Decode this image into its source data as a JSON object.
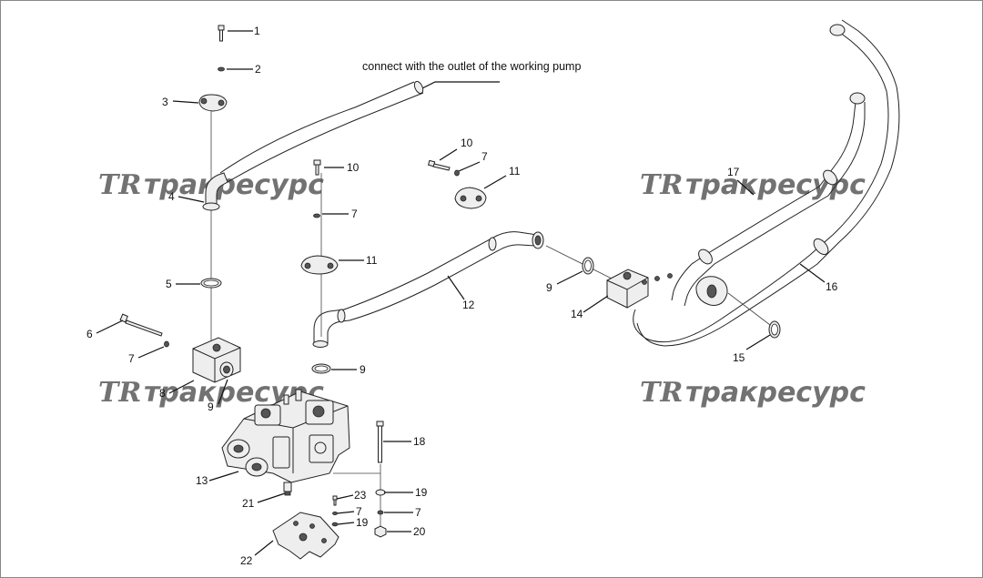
{
  "note": "connect with the outlet of the working pump",
  "watermark": {
    "logo": "TR",
    "text": "тракресурс"
  },
  "callouts": {
    "c1": "1",
    "c2": "2",
    "c3": "3",
    "c4": "4",
    "c5": "5",
    "c6": "6",
    "c7a": "7",
    "c8": "8",
    "c9a": "9",
    "c10a": "10",
    "c7b": "7",
    "c11a": "11",
    "c9b": "9",
    "c10b": "10",
    "c7c": "7",
    "c11b": "11",
    "c12": "12",
    "c9c": "9",
    "c14": "14",
    "c15": "15",
    "c16": "16",
    "c17": "17",
    "c13": "13",
    "c18": "18",
    "c19a": "19",
    "c7d": "7",
    "c20": "20",
    "c21": "21",
    "c23": "23",
    "c7e": "7",
    "c19b": "19",
    "c22": "22"
  }
}
